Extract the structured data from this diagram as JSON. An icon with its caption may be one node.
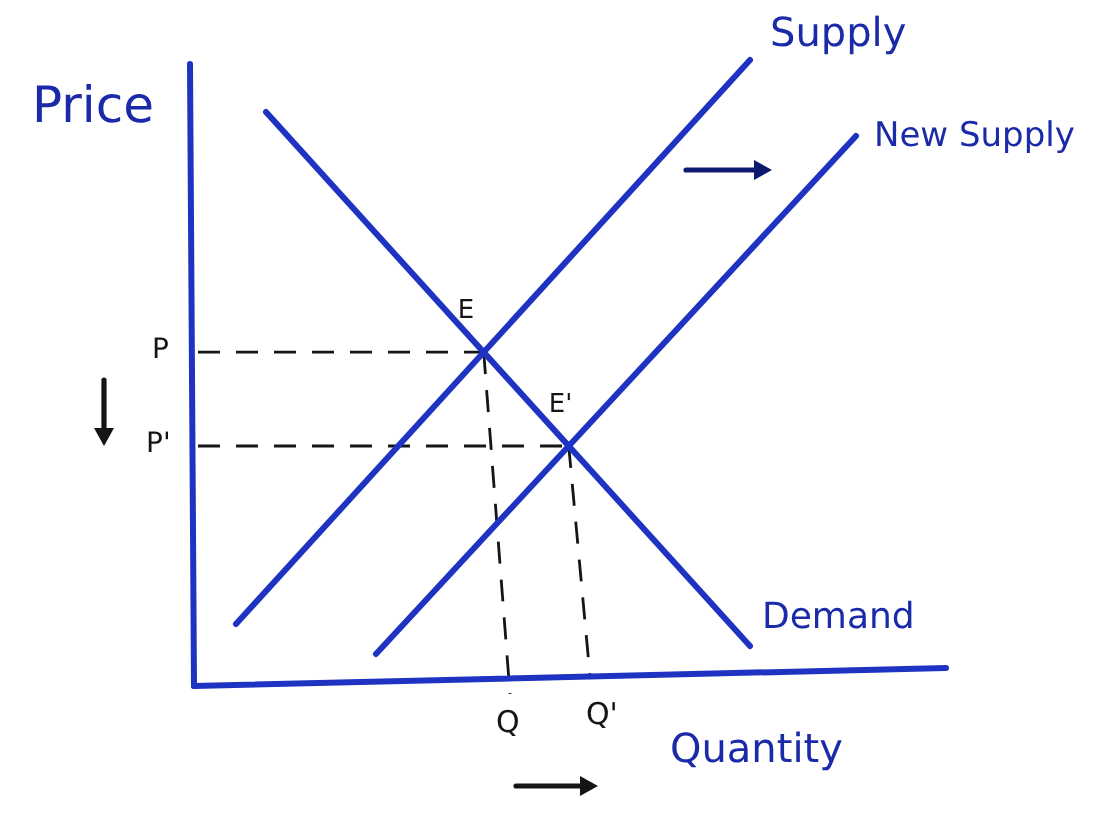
{
  "diagram": {
    "labels": [
      "Supply",
      "Price",
      "New Supply",
      "E",
      "P",
      "E'",
      "P'",
      "Demand",
      "Q",
      "Q'",
      "Quantity"
    ]
  }
}
